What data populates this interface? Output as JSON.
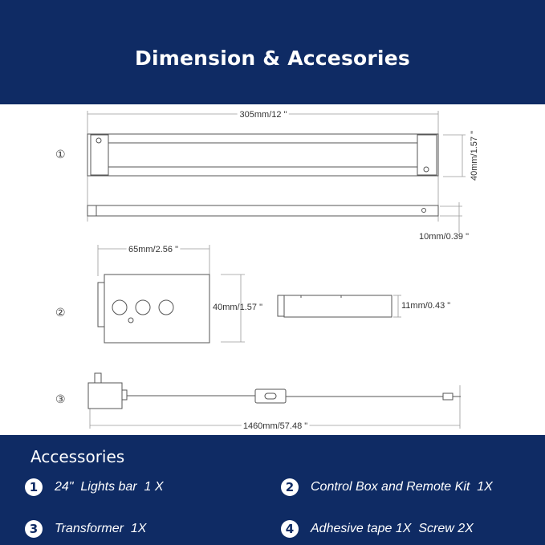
{
  "header": {
    "title": "Dimension & Accesories"
  },
  "diagram": {
    "markers": [
      "①",
      "②",
      "③"
    ],
    "bar_length": "305mm/12 \"",
    "bar_height": "40mm/1.57 \"",
    "bar_depth": "10mm/0.39 \"",
    "box_width": "65mm/2.56 \"",
    "box_height": "40mm/1.57 \"",
    "box_depth": "11mm/0.43 \"",
    "cable_length": "1460mm/57.48 \""
  },
  "accessories": {
    "title": "Accessories",
    "items": [
      {
        "num": "1",
        "text": "24\"  Lights bar  1 X"
      },
      {
        "num": "2",
        "text": "Control Box and Remote Kit  1X"
      },
      {
        "num": "3",
        "text": "Transformer  1X"
      },
      {
        "num": "4",
        "text": "Adhesive tape 1X  Screw 2X"
      }
    ]
  },
  "colors": {
    "navy": "#0f2b64",
    "line": "#555555"
  }
}
